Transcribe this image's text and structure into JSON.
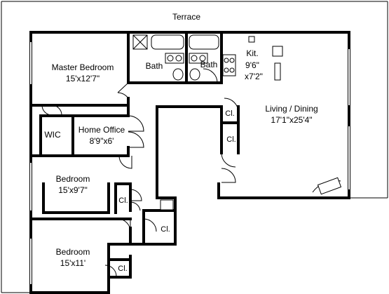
{
  "floorplan": {
    "terrace": "Terrace",
    "rooms": {
      "master_bedroom": {
        "name": "Master Bedroom",
        "dims": "15'x12'7\""
      },
      "bath_1": {
        "name": "Bath"
      },
      "bath_2": {
        "name": "Bath"
      },
      "kitchen": {
        "name": "Kit.",
        "dims_line1": "9'6\"",
        "dims_line2": "x7'2\""
      },
      "living_dining": {
        "name": "Living / Dining",
        "dims": "17'1\"x25'4\""
      },
      "wic": {
        "name": "WIC"
      },
      "home_office": {
        "name": "Home Office",
        "dims": "8'9\"x6'"
      },
      "bedroom_2": {
        "name": "Bedroom",
        "dims": "15'x9'7\""
      },
      "bedroom_3": {
        "name": "Bedroom",
        "dims": "15'x11'"
      }
    },
    "closets": [
      "Cl.",
      "Cl.",
      "Cl.",
      "Cl.",
      "Cl."
    ]
  }
}
